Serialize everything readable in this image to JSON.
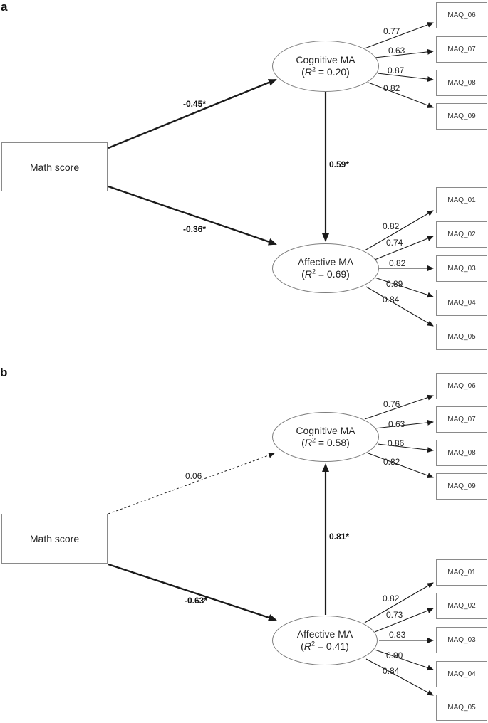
{
  "figure": {
    "panels": [
      {
        "label": "a",
        "exogenous": "Math score",
        "cognitive": {
          "name": "Cognitive MA",
          "r2": {
            "open": "(",
            "sym": "R",
            "sup": "2",
            "rest": " = 0.20)"
          }
        },
        "affective": {
          "name": "Affective MA",
          "r2": {
            "open": "(",
            "sym": "R",
            "sup": "2",
            "rest": " = 0.69)"
          }
        },
        "paths": {
          "math_to_cognitive": "-0.45*",
          "math_to_affective": "-0.36*",
          "latent_path": "0.59*"
        },
        "cognitive_indicators": [
          {
            "label": "MAQ_06",
            "loading": "0.77"
          },
          {
            "label": "MAQ_07",
            "loading": "0.63"
          },
          {
            "label": "MAQ_08",
            "loading": "0.87"
          },
          {
            "label": "MAQ_09",
            "loading": "0.82"
          }
        ],
        "affective_indicators": [
          {
            "label": "MAQ_01",
            "loading": "0.82"
          },
          {
            "label": "MAQ_02",
            "loading": "0.74"
          },
          {
            "label": "MAQ_03",
            "loading": "0.82"
          },
          {
            "label": "MAQ_04",
            "loading": "0.89"
          },
          {
            "label": "MAQ_05",
            "loading": "0.84"
          }
        ]
      },
      {
        "label": "b",
        "exogenous": "Math score",
        "cognitive": {
          "name": "Cognitive MA",
          "r2": {
            "open": "(",
            "sym": "R",
            "sup": "2",
            "rest": " = 0.58)"
          }
        },
        "affective": {
          "name": "Affective MA",
          "r2": {
            "open": "(",
            "sym": "R",
            "sup": "2",
            "rest": " = 0.41)"
          }
        },
        "paths": {
          "math_to_cognitive": "0.06",
          "math_to_affective": "-0.63*",
          "latent_path": "0.81*"
        },
        "cognitive_indicators": [
          {
            "label": "MAQ_06",
            "loading": "0.76"
          },
          {
            "label": "MAQ_07",
            "loading": "0.63"
          },
          {
            "label": "MAQ_08",
            "loading": "0.86"
          },
          {
            "label": "MAQ_09",
            "loading": "0.82"
          }
        ],
        "affective_indicators": [
          {
            "label": "MAQ_01",
            "loading": "0.82"
          },
          {
            "label": "MAQ_02",
            "loading": "0.73"
          },
          {
            "label": "MAQ_03",
            "loading": "0.83"
          },
          {
            "label": "MAQ_04",
            "loading": "0.90"
          },
          {
            "label": "MAQ_05",
            "loading": "0.84"
          }
        ]
      }
    ],
    "line_color": "#1a1a1a"
  }
}
